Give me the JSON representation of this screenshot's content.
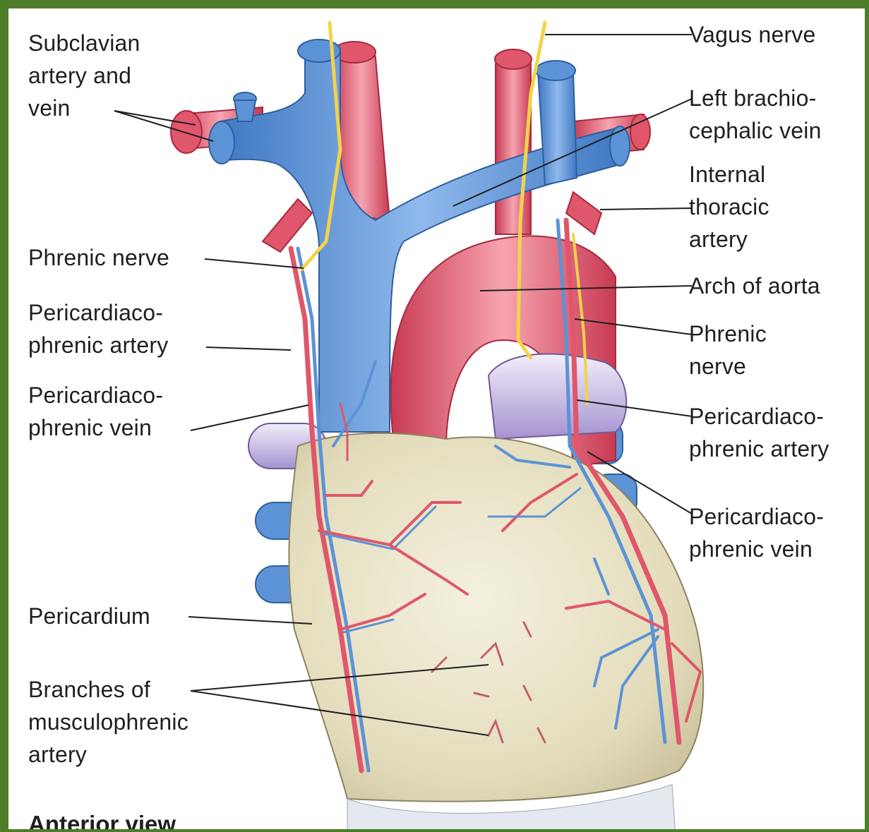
{
  "labels": {
    "subclavian": [
      "Subclavian",
      "artery and",
      "vein"
    ],
    "phrenic_nerve_left": [
      "Phrenic nerve"
    ],
    "pericardiacophrenic_artery_left": [
      "Pericardiaco-",
      "phrenic artery"
    ],
    "pericardiacophrenic_vein_left": [
      "Pericardiaco-",
      "phrenic vein"
    ],
    "pericardium": [
      "Pericardium"
    ],
    "musculophrenic": [
      "Branches of",
      "musculophrenic",
      "artery"
    ],
    "vagus_nerve": [
      "Vagus nerve"
    ],
    "left_brachiocephalic_vein": [
      "Left brachio-",
      "cephalic vein"
    ],
    "internal_thoracic_artery": [
      "Internal",
      "thoracic",
      "artery"
    ],
    "arch_of_aorta": [
      "Arch of aorta"
    ],
    "phrenic_nerve_right": [
      "Phrenic",
      "nerve"
    ],
    "pericardiacophrenic_artery_right": [
      "Pericardiaco-",
      "phrenic artery"
    ],
    "pericardiacophrenic_vein_right": [
      "Pericardiaco-",
      "phrenic vein"
    ]
  },
  "caption": "Anterior view",
  "colors": {
    "frame": "#4e7d2a",
    "vein": "#5b93d6",
    "artery": "#e0566b",
    "nerve": "#f2d34a",
    "pericardium": "#e9e4c8",
    "pulmonary": "#b7a4d6"
  }
}
